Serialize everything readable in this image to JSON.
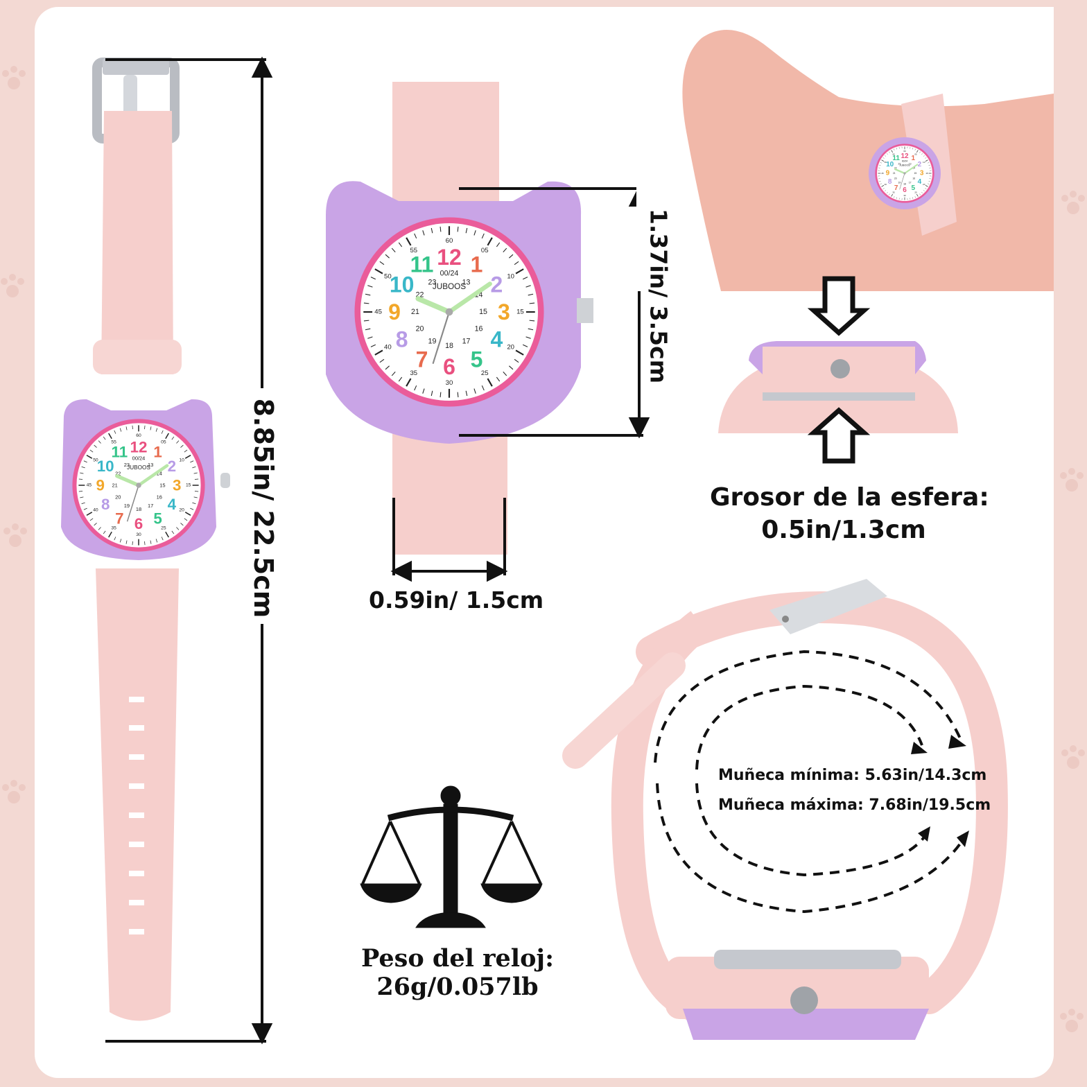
{
  "brand": "JUBOOS",
  "dial_sub": "00/24",
  "outer_numbers": [
    "12",
    "1",
    "2",
    "3",
    "4",
    "5",
    "6",
    "7",
    "8",
    "9",
    "10",
    "11"
  ],
  "inner_numbers": [
    "13",
    "14",
    "15",
    "16",
    "17",
    "18",
    "19",
    "20",
    "21",
    "22",
    "23"
  ],
  "minute_marks": [
    "60",
    "05",
    "10",
    "15",
    "20",
    "25",
    "30",
    "35",
    "40",
    "45",
    "50",
    "55"
  ],
  "number_colors": [
    "#e9507f",
    "#e86b4e",
    "#b79be6",
    "#f2a72a",
    "#39b7c8",
    "#35c48a",
    "#e9507f",
    "#e86b4e",
    "#b79be6",
    "#f2a72a",
    "#39b7c8",
    "#35c48a"
  ],
  "dimensions": {
    "total_length": "8.85in/ 22.5cm",
    "dial_diameter": "1.37in/ 3.5cm",
    "strap_width": "0.59in/ 1.5cm"
  },
  "thickness": {
    "line1": "Grosor de la esfera:",
    "line2": "0.5in/1.3cm"
  },
  "wrist": {
    "min": "Muñeca mínima: 5.63in/14.3cm",
    "max": "Muñeca máxima: 7.68in/19.5cm"
  },
  "weight": {
    "line1": "Peso del reloj:",
    "line2": "26g/0.057lb"
  },
  "colors": {
    "strap": "#f6cfcc",
    "case": "#c9a4e6",
    "bezel": "#ea5c9a",
    "background": "#f3d9d3"
  }
}
